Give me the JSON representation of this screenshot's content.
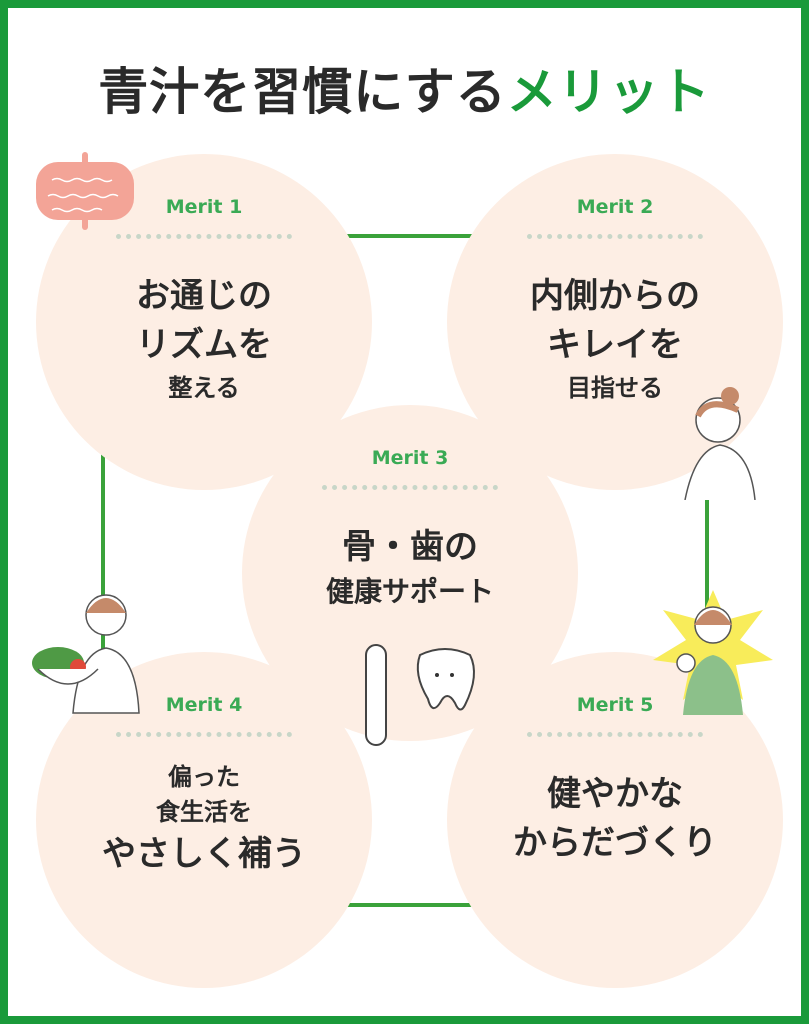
{
  "title": {
    "main": "青汁を習慣にする",
    "accent": "メリット"
  },
  "merits": [
    {
      "label": "Merit 1",
      "lines": [
        "お通じの",
        "リズムを",
        "整える"
      ]
    },
    {
      "label": "Merit 2",
      "lines": [
        "内側からの",
        "キレイを",
        "目指せる"
      ]
    },
    {
      "label": "Merit 3",
      "lines": [
        "骨・歯の",
        "健康サポート"
      ]
    },
    {
      "label": "Merit 4",
      "lines": [
        "偏った",
        "食生活を",
        "やさしく補う"
      ]
    },
    {
      "label": "Merit 5",
      "lines": [
        "健やかな",
        "からだづくり"
      ]
    }
  ],
  "colors": {
    "border": "#1a9a3a",
    "accent": "#1a9a3a",
    "circle": "#fdeee4",
    "merit": "#3aaa55"
  }
}
